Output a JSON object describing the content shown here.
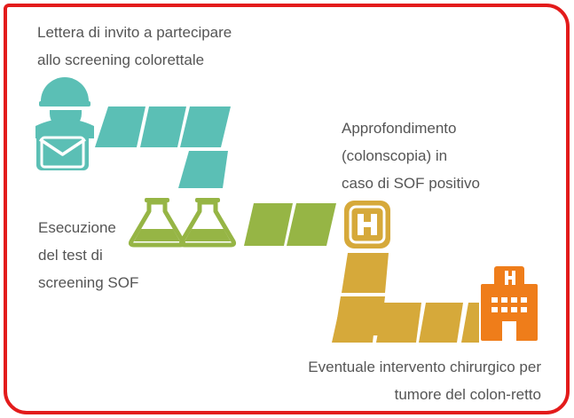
{
  "steps": {
    "invitation": {
      "lines": [
        "Lettera di invito a partecipare",
        "allo screening colorettale"
      ],
      "icon": "person-with-envelope-icon"
    },
    "test": {
      "lines": [
        "Esecuzione",
        "del test di",
        "screening SOF"
      ],
      "icon": "flask-icon"
    },
    "colonoscopy": {
      "lines": [
        "Approfondimento",
        "(colonscopia) in",
        "caso di SOF positivo"
      ],
      "icon": "hospital-h-sign-icon"
    },
    "surgery": {
      "lines": [
        "Eventuale intervento chirurgico per",
        "tumore del colon-retto"
      ],
      "icon": "hospital-building-icon"
    }
  },
  "colors": {
    "frame": "#e31b1b",
    "teal": "#5bbfb5",
    "green": "#96b545",
    "gold": "#d6a93a",
    "orange": "#ef7d1a",
    "text": "#555555"
  }
}
